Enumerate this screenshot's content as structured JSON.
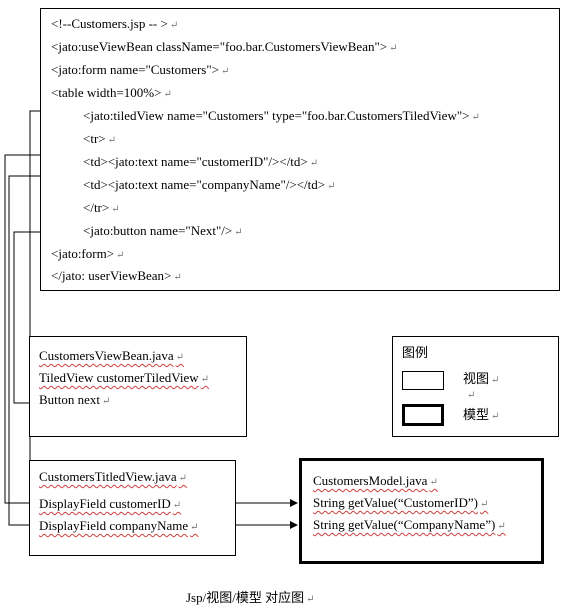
{
  "jsp_box": {
    "lines": [
      "<!--Customers.jsp    -- >",
      "<jato:useViewBean className=\"foo.bar.CustomersViewBean\">",
      "<jato:form name=\"Customers\">",
      "<table width=100%>",
      "<jato:tiledView name=\"Customers\" type=\"foo.bar.CustomersTiledView\">",
      "<tr>",
      "<td><jato:text name=\"customerID\"/></td>",
      "<td><jato:text name=\"companyName\"/></td>",
      "</tr>",
      "<jato:button name=\"Next\"/>",
      "<jato:form>",
      "</jato: userViewBean>"
    ]
  },
  "viewbean_box": {
    "lines": [
      "CustomersViewBean.java",
      "TiledView customerTiledView",
      "Button next"
    ]
  },
  "legend": {
    "title": "图例",
    "view_label": "视图",
    "model_label": "模型"
  },
  "tiledview_box": {
    "lines": [
      "CustomersTitledView.java",
      "DisplayField customerID",
      "DisplayField companyName"
    ]
  },
  "model_box": {
    "lines": [
      "CustomersModel.java",
      "String getValue(“CustomerID”)",
      "String getValue(“CompanyName”)"
    ]
  },
  "caption": "Jsp/视图/模型  对应图",
  "paragraph_mark": "↵"
}
